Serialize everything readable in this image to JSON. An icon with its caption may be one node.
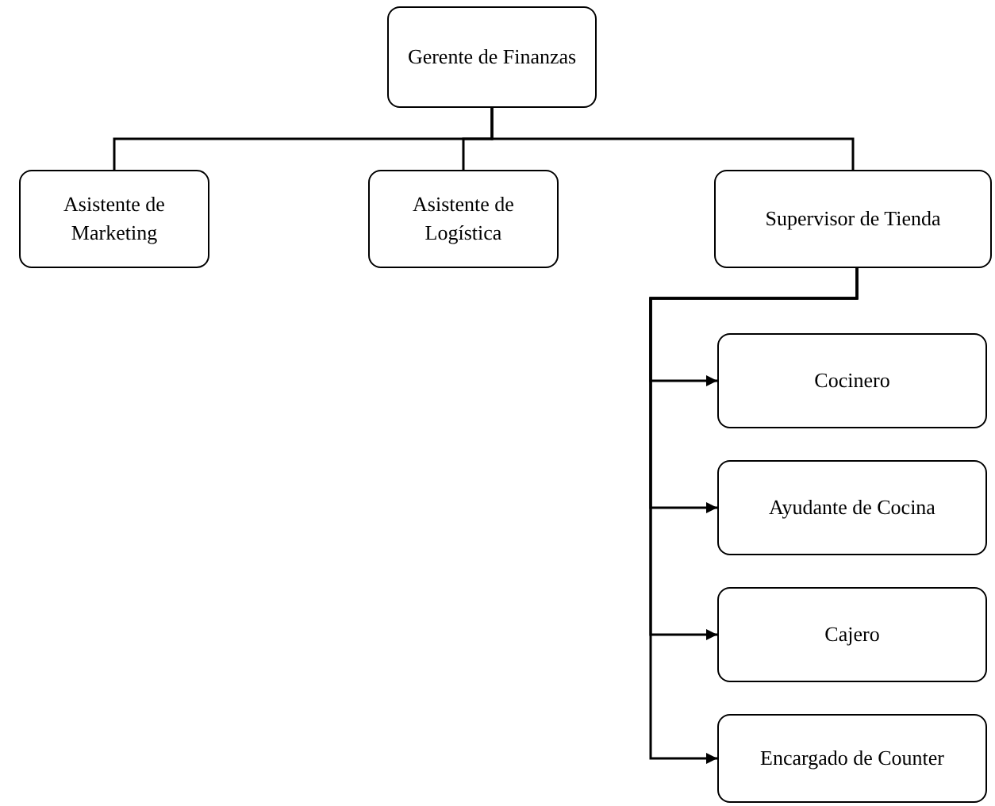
{
  "diagram": {
    "nodes": [
      {
        "text": [
          "Gerente de Finanzas"
        ]
      },
      {
        "text": [
          "Asistente de Marketing"
        ]
      },
      {
        "text": [
          "Asistente de Logística"
        ]
      },
      {
        "text": [
          "Supervisor de Tienda"
        ]
      },
      {
        "text": [
          "Cocinero"
        ]
      },
      {
        "text": [
          "Ayudante de Cocina"
        ]
      },
      {
        "text": [
          "Cajero"
        ]
      },
      {
        "text": [
          "Encargado de Counter"
        ]
      }
    ],
    "edges": [
      {
        "from": 0,
        "to": 1,
        "arrow": "none"
      },
      {
        "from": 0,
        "to": 2,
        "arrow": "none"
      },
      {
        "from": 0,
        "to": 3,
        "arrow": "none"
      },
      {
        "from": 3,
        "to": 4,
        "arrow": "to"
      },
      {
        "from": 3,
        "to": 5,
        "arrow": "to"
      },
      {
        "from": 3,
        "to": 6,
        "arrow": "to"
      },
      {
        "from": 3,
        "to": 7,
        "arrow": "to"
      }
    ]
  }
}
